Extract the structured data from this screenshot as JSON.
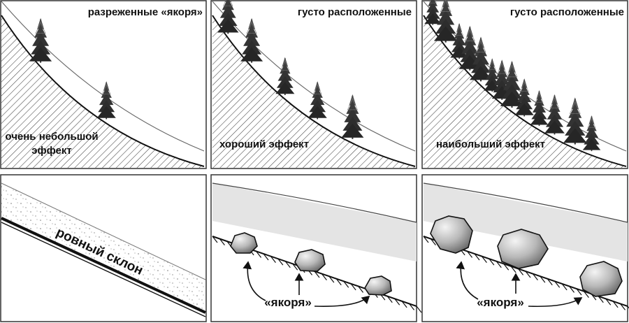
{
  "top_row": [
    {
      "caption": "разреженные «якоря»",
      "effect": [
        "очень небольшой",
        "эффект"
      ],
      "tree_count": 2
    },
    {
      "caption": "густо расположенные",
      "effect": [
        "хороший эффект"
      ],
      "tree_count": 5
    },
    {
      "caption": "густо расположенные",
      "effect": [
        "наибольший эффект"
      ],
      "tree_count": 13
    }
  ],
  "bottom_row": [
    {
      "caption": "ровный склон"
    },
    {
      "caption": "«якоря»",
      "boulder_count": 3
    },
    {
      "caption": "«якоря»",
      "boulder_count": 3
    }
  ]
}
